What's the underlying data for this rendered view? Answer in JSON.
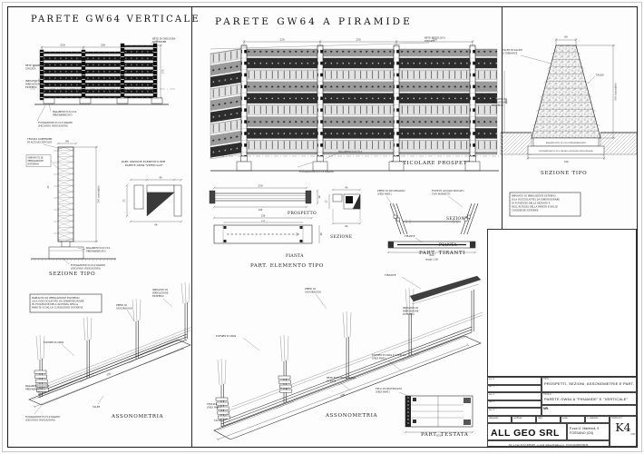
{
  "titles": {
    "left": "PARETE GW64 VERTICALE",
    "center": "PARETE GW64 A PIRAMIDE"
  },
  "labels": {
    "sezione_tipo": "SEZIONE TIPO",
    "particolare_prospetto": "PARTICOLARE PROSPETTO",
    "prospetto": "PROSPETTO",
    "pianta": "PIANTA",
    "sezione": "SEZIONE",
    "part_elemento_tipo": "PART. ELEMENTO TIPO",
    "part_tiranti": "PART. TIRANTI",
    "part_tiranti_sub": "(scala 1:20)",
    "assonometria": "ASSONOMETRIA",
    "part_testata": "PART. TESTATA"
  },
  "dims": {
    "d250": "250",
    "d236": "236",
    "d140": "140",
    "d80": "80",
    "d64": "64",
    "d50": "50",
    "d40": "40",
    "d25": "25",
    "d175": "175",
    "d600": "600",
    "d150": "150",
    "hvar": "500 (variabile)"
  },
  "c": {
    "rete1": "RETE METALLICA",
    "rete2": "ZINCATA",
    "chiusura1": "RETE DI CHIUSURA",
    "chiusura2": "SUPERIORE",
    "imp1": "IMPIANTO DI",
    "imp2": "IRRIGAZIONE",
    "imp3": "ESTERNO",
    "bas1": "BASAMENTO IN CLS",
    "bas2": "PREFABBRICATO",
    "bas_full": "BASAMENTO IN CLS PREFABBRICATO",
    "fond1": "FONDAZIONE IN CLS MAGRO",
    "fond2": "(SECONDO INDICAZIONI)",
    "fond_full": "FONDAZIONE IN CLS MAGRO (SECONDO INDICAZIONI)",
    "test1": "TESTATA SUPERIORE",
    "test2": "IN ACCIAIO ZINCATO",
    "perni1": "PERNI DI",
    "perni2": "ANCORAGGIO",
    "perni_p1": "PERNI DI ANCORAGGIO",
    "perni_p2": "(VEDI PART.)",
    "ele": "ELEMENTI GW64",
    "ele2a": "ELEMENTI GW64 2° LIVELLO",
    "ele2b": "(VEDI PART.)",
    "rete_els1": "RETE ELETTROSALDATA",
    "rete_els2": "DI BASE",
    "talee": "TALEE",
    "talee_f1": "TALEE DI SALICE",
    "talee_f2": "O TAMERICE",
    "tir": "TIRANTE",
    "fune1": "FUNE IN ACCIAIO ZINCATO",
    "fune2": "CON MORSETTI",
    "telo1": "TELO IN GEOTESSUTO",
    "telo2": "(VEDI PART.)",
    "testata1": "TESTATA",
    "testata2": "(VEDI PART.)",
    "ps1": "PART. SEZIONE ELEMENTO PER",
    "ps2": "PARETE GW64 \"VERTICALE\""
  },
  "notes": {
    "l1": "IMPIANTO DI IRRIGAZIONE ESTERNO",
    "l2": "(ALA GOCCIOLANTE) DA DIMENSIONARE",
    "l3": "IN FUNZIONE DELL'ALTEZZA DELLA",
    "l4": "PARETE E DELLE CONDIZIONI ESTERNE",
    "r1": "IMPIANTO DI IRRIGAZIONE ESTERNO",
    "r2": "(ALA GOCCIOLANTE) DA DIMENSIONARE",
    "r3": "IN FUNZIONE DELLA SEZIONE E",
    "r4": "DELL'ALTEZZA DELLA PARETE E DELLE",
    "r5": "CONDIZIONI ESTERNE"
  },
  "titleblock": {
    "tipo_label": "TIPO",
    "tipo_value": "PROSPETTI, SEZIONI, ASSONOMETRIE E PART.",
    "titolo_label": "TITOLO",
    "titolo_value": "PARETE GW64 A \"PIRAMIDE\" E \"VERTICALE\"",
    "nr_label": "NR.",
    "cols": [
      "disegnato",
      "verificato",
      "data",
      "scala",
      "n. elaborato"
    ],
    "tavola_label": "TAVOLA N.",
    "sheet": "K4",
    "sheet_note": "1:50",
    "company": "ALL GEO SRL",
    "address1": "P.zza G. Manfredi, 9",
    "address2": "FOSSANO (CN)",
    "contact": "Tel. e Fax 0172.635325 - e-mail: allgeo@allgeo.it - P.IVA 02345670045",
    "revs": [
      "em. 0",
      "rev. 1",
      "rev. 2",
      "rev. 3",
      "rev. 4"
    ]
  }
}
